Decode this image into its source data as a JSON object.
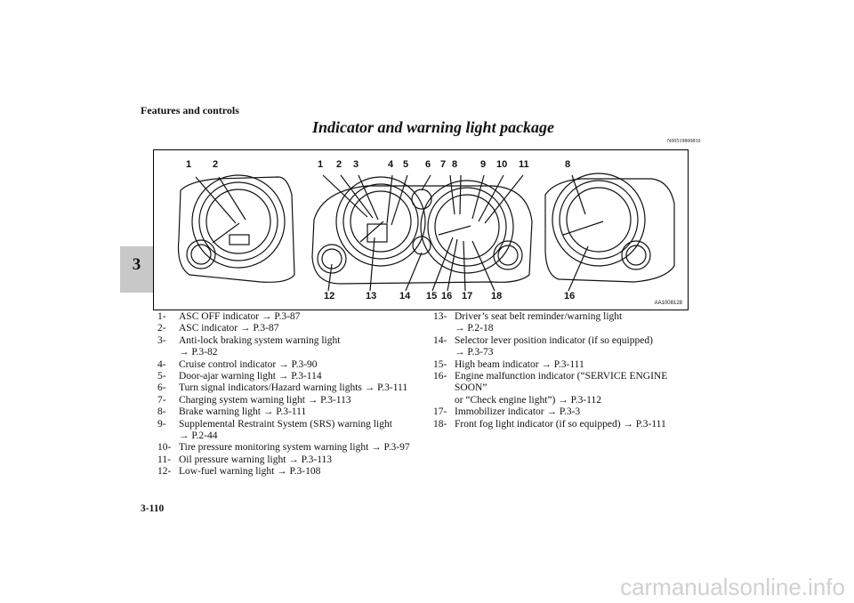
{
  "header": {
    "section_title": "Features and controls",
    "chapter_number": "3",
    "page_title": "Indicator and warning light package",
    "doc_code": "N00519800810"
  },
  "figure": {
    "callouts_top_left": [
      "1",
      "2"
    ],
    "callouts_top_center": [
      "1",
      "2",
      "3",
      "4",
      "5",
      "6",
      "7",
      "8",
      "9",
      "10",
      "11"
    ],
    "callouts_top_right": [
      "8"
    ],
    "callouts_bottom": [
      "12",
      "13",
      "14",
      "15",
      "16",
      "17",
      "18",
      "16"
    ],
    "figure_code": "AA1008128"
  },
  "items_left": [
    {
      "num": "1-",
      "text": "ASC OFF indicator → P.3-87"
    },
    {
      "num": "2-",
      "text": "ASC indicator → P.3-87"
    },
    {
      "num": "3-",
      "text": "Anti-lock braking system warning light",
      "ref": "→ P.3-82"
    },
    {
      "num": "4-",
      "text": "Cruise control indicator → P.3-90"
    },
    {
      "num": "5-",
      "text": "Door-ajar warning light → P.3-114"
    },
    {
      "num": "6-",
      "text": "Turn signal indicators/Hazard warning lights → P.3-111"
    },
    {
      "num": "7-",
      "text": "Charging system warning light → P.3-113"
    },
    {
      "num": "8-",
      "text": "Brake warning light → P.3-111"
    },
    {
      "num": "9-",
      "text": "Supplemental Restraint System (SRS) warning light",
      "ref": "→ P.2-44"
    },
    {
      "num": "10-",
      "text": "Tire pressure monitoring system warning light → P.3-97"
    },
    {
      "num": "11-",
      "text": "Oil pressure warning light → P.3-113"
    },
    {
      "num": "12-",
      "text": "Low-fuel warning light → P.3-108"
    }
  ],
  "items_right": [
    {
      "num": "13-",
      "text": "Driver’s seat belt reminder/warning light",
      "ref": "→ P.2-18"
    },
    {
      "num": "14-",
      "text": "Selector lever position indicator (if so equipped)",
      "ref": "→ P.3-73"
    },
    {
      "num": "15-",
      "text": "High beam indicator → P.3-111"
    },
    {
      "num": "16-",
      "text": "Engine malfunction indicator (“SERVICE ENGINE SOON”",
      "ref": "or “Check engine light”) → P.3-112"
    },
    {
      "num": "17-",
      "text": "Immobilizer indicator → P.3-3"
    },
    {
      "num": "18-",
      "text": "Front fog light indicator (if so equipped) → P.3-111"
    }
  ],
  "footer": {
    "page_number": "3-110",
    "watermark": "carmanualsonline.info"
  }
}
